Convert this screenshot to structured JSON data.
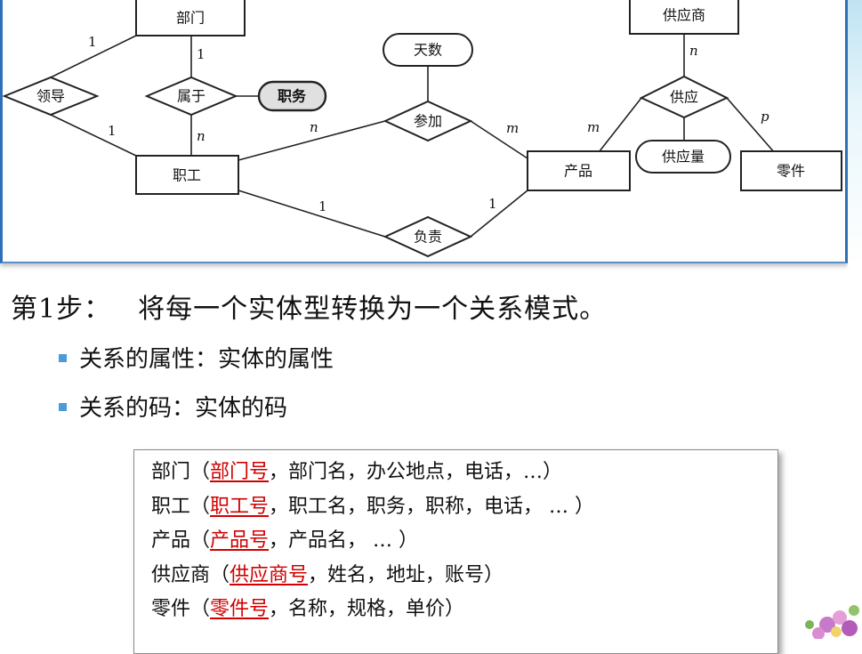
{
  "diagram": {
    "entities": {
      "department": "部门",
      "employee": "职工",
      "product": "产品",
      "supplier": "供应商",
      "part": "零件"
    },
    "relationships": {
      "lead": "领导",
      "belong": "属于",
      "participate": "参加",
      "responsible": "负责",
      "supply": "供应"
    },
    "attributes": {
      "days": "天数",
      "position": "职务",
      "supply_quantity": "供应量"
    },
    "cardinalities": {
      "lead_department": "1",
      "lead_employee": "1",
      "belong_department": "1",
      "belong_employee": "n",
      "participate_employee": "n",
      "participate_product": "m",
      "responsible_employee": "1",
      "responsible_product": "1",
      "supply_supplier": "n",
      "supply_product": "m",
      "supply_part": "p"
    }
  },
  "step": {
    "label": "第1步：",
    "text": "将每一个实体型转换为一个关系模式。"
  },
  "bullets": [
    "关系的属性：实体的属性",
    "关系的码：实体的码"
  ],
  "relations": [
    {
      "name": "部门",
      "open": "（",
      "key": "部门号",
      "rest": "，部门名，办公地点，电话，…）"
    },
    {
      "name": "职工",
      "open": "（",
      "key": "职工号",
      "rest": "，职工名，职务，职称，电话， … ）"
    },
    {
      "name": "产品",
      "open": "（",
      "key": "产品号",
      "rest": "，产品名， … ）"
    },
    {
      "name": "供应商",
      "open": "（",
      "key": "供应商号",
      "rest": "，姓名，地址，账号）"
    },
    {
      "name": "零件",
      "open": "（",
      "key": "零件号",
      "rest": "，名称，规格，单价）"
    }
  ]
}
